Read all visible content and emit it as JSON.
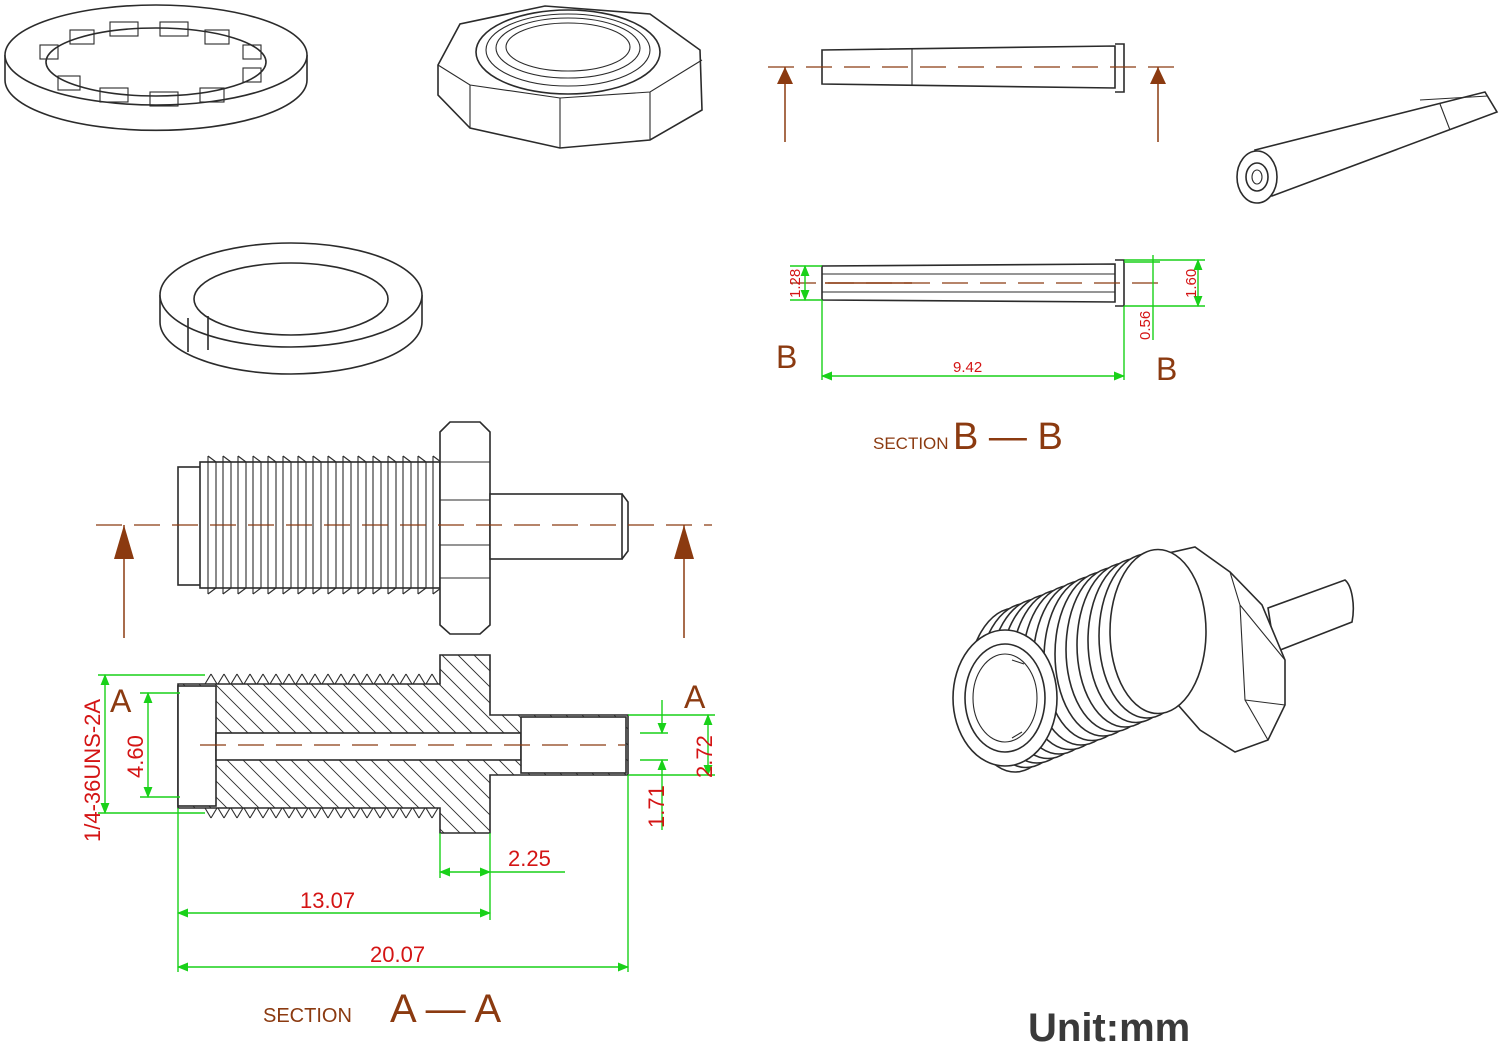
{
  "unit_label": "Unit:mm",
  "section_a": {
    "title_word": "SECTION",
    "title_letters": "A — A",
    "marker_left": "A",
    "marker_right": "A",
    "thread_spec": "1/4-36UNS-2A",
    "dims": {
      "d_4_60": "4.60",
      "d_2_72": "2.72",
      "d_1_71": "1.71",
      "d_2_25": "2.25",
      "d_13_07": "13.07",
      "d_20_07": "20.07"
    }
  },
  "section_b": {
    "title_word": "SECTION",
    "title_letters": "B — B",
    "marker_left": "B",
    "marker_right": "B",
    "dims": {
      "d_1_28": "1.28",
      "d_1_60": "1.60",
      "d_0_56": "0.56",
      "d_9_42": "9.42"
    }
  }
}
